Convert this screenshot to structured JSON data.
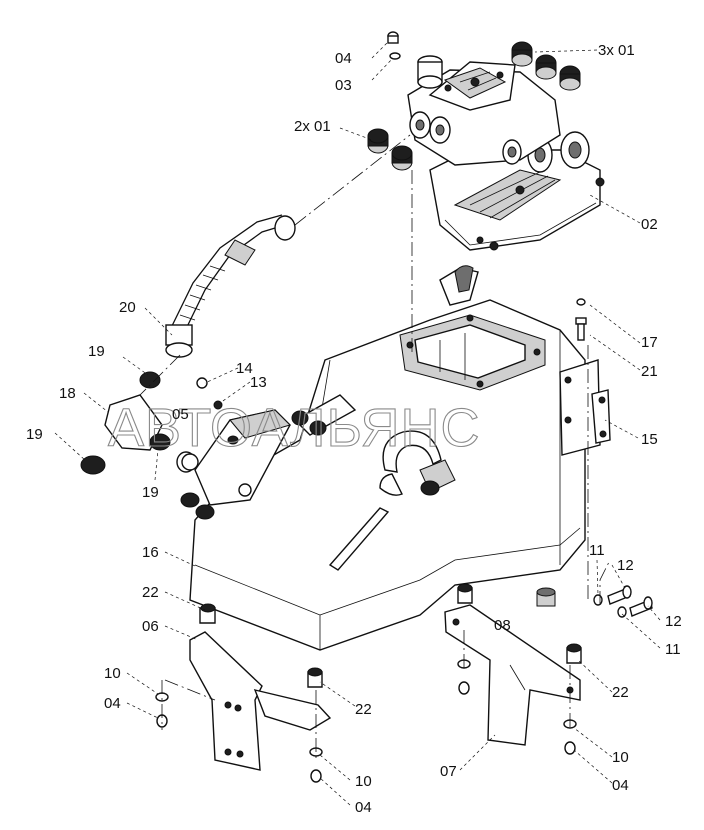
{
  "watermark": "АВТОАЛЬЯНС",
  "callouts": {
    "c_04_top": "04",
    "c_03": "03",
    "c_3x01": "3x 01",
    "c_2x01": "2x 01",
    "c_02": "02",
    "c_20": "20",
    "c_17": "17",
    "c_21": "21",
    "c_19_a": "19",
    "c_14": "14",
    "c_13": "13",
    "c_18": "18",
    "c_05": "05",
    "c_15": "15",
    "c_19_b": "19",
    "c_19_c": "19",
    "c_16": "16",
    "c_11_a": "11",
    "c_12_a": "12",
    "c_22_a": "22",
    "c_06": "06",
    "c_08": "08",
    "c_12_b": "12",
    "c_11_b": "11",
    "c_10_a": "10",
    "c_04_a": "04",
    "c_22_b": "22",
    "c_22_c": "22",
    "c_10_b": "10",
    "c_04_b": "04",
    "c_07": "07",
    "c_10_c": "10",
    "c_04_c": "04"
  }
}
